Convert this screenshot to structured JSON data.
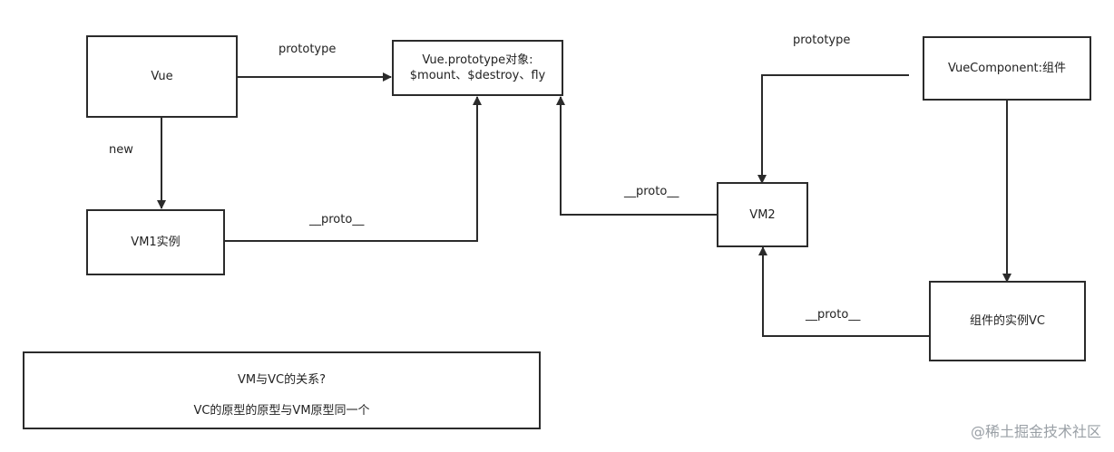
{
  "nodes": {
    "vue": {
      "label": "Vue"
    },
    "vue_prototype": {
      "line1": "Vue.prototype对象:",
      "line2": "$mount、$destroy、fly"
    },
    "vm1": {
      "label": "VM1实例"
    },
    "vm2": {
      "label": "VM2"
    },
    "vue_component": {
      "label": "VueComponent:组件"
    },
    "vc_instance": {
      "label": "组件的实例VC"
    }
  },
  "edge_labels": {
    "vue_to_prototype": "prototype",
    "vue_to_vm1": "new",
    "vm1_to_prototype": "__proto__",
    "vm2_to_prototype": "__proto__",
    "component_to_vm2": "prototype",
    "vc_to_vm2": "__proto__"
  },
  "note": {
    "question": "VM与VC的关系?",
    "answer": "VC的原型的原型与VM原型同一个"
  },
  "watermark": "@稀土掘金技术社区",
  "colors": {
    "stroke": "#2b2b2b",
    "watermark": "#9aa0a6"
  }
}
